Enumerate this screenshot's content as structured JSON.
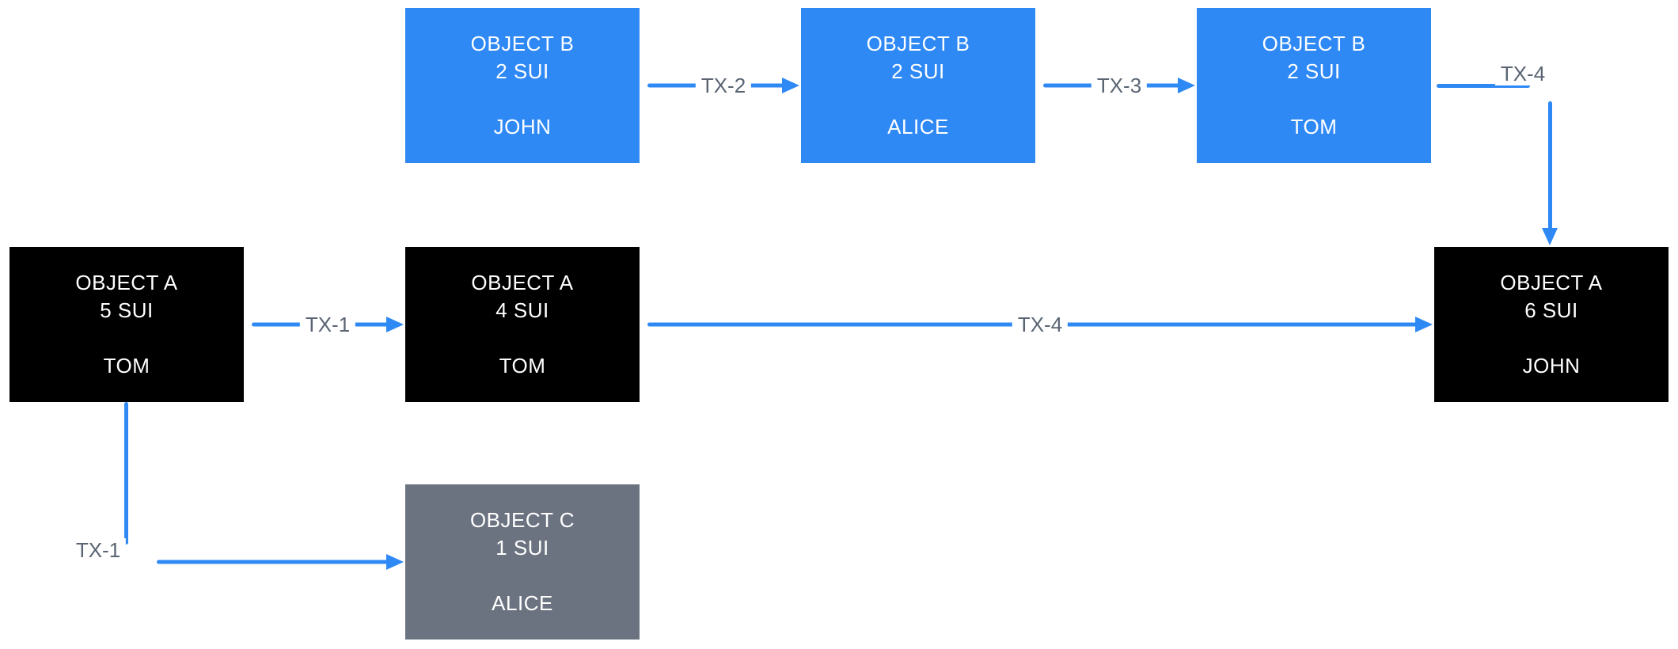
{
  "diagram": {
    "description": "Sui object ownership transfer flow diagram",
    "colors": {
      "background": "#ffffff",
      "node_blue": "#2f89f5",
      "node_black": "#000000",
      "node_gray": "#6c7380",
      "node_text": "#ffffff",
      "arrow_blue": "#2f89f5",
      "label_text": "#5a6472"
    },
    "nodes": [
      {
        "id": "object-b-john",
        "title": "OBJECT B",
        "amount": "2 SUI",
        "owner": "JOHN",
        "variant": "blue"
      },
      {
        "id": "object-b-alice",
        "title": "OBJECT B",
        "amount": "2 SUI",
        "owner": "ALICE",
        "variant": "blue"
      },
      {
        "id": "object-b-tom",
        "title": "OBJECT B",
        "amount": "2 SUI",
        "owner": "TOM",
        "variant": "blue"
      },
      {
        "id": "object-a-tom-5",
        "title": "OBJECT A",
        "amount": "5 SUI",
        "owner": "TOM",
        "variant": "black"
      },
      {
        "id": "object-a-tom-4",
        "title": "OBJECT A",
        "amount": "4 SUI",
        "owner": "TOM",
        "variant": "black"
      },
      {
        "id": "object-a-john-6",
        "title": "OBJECT A",
        "amount": "6 SUI",
        "owner": "JOHN",
        "variant": "black"
      },
      {
        "id": "object-c-alice",
        "title": "OBJECT C",
        "amount": "1 SUI",
        "owner": "ALICE",
        "variant": "gray"
      }
    ],
    "edges": [
      {
        "label": "TX-1",
        "from": "object-a-tom-5",
        "to": "object-a-tom-4",
        "shape": "horizontal"
      },
      {
        "label": "TX-2",
        "from": "object-b-john",
        "to": "object-b-alice",
        "shape": "horizontal"
      },
      {
        "label": "TX-3",
        "from": "object-b-alice",
        "to": "object-b-tom",
        "shape": "horizontal"
      },
      {
        "label": "TX-4",
        "from": "object-b-tom",
        "to": "object-a-john-6",
        "shape": "elbow-right-down"
      },
      {
        "label": "TX-4",
        "from": "object-a-tom-4",
        "to": "object-a-john-6",
        "shape": "horizontal"
      },
      {
        "label": "TX-1",
        "from": "object-a-tom-5",
        "to": "object-c-alice",
        "shape": "elbow-down-right"
      }
    ]
  }
}
